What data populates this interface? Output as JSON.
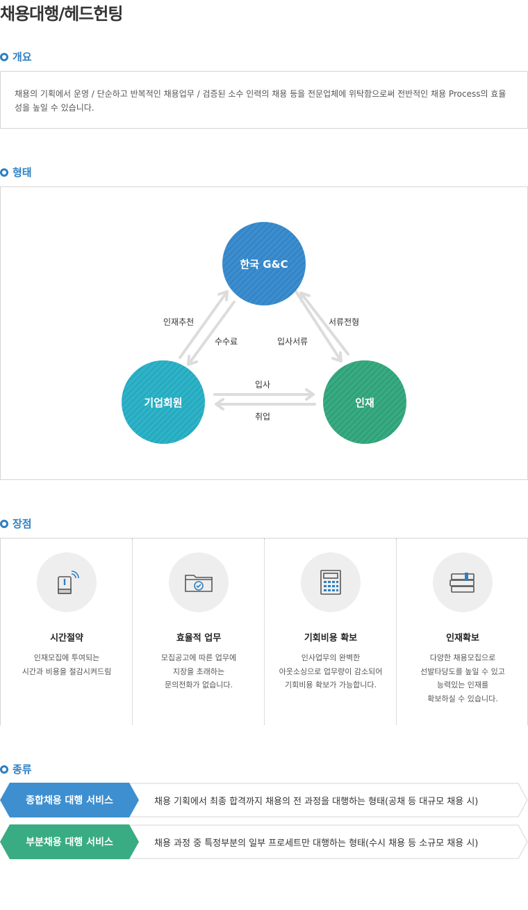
{
  "page": {
    "title": "채용대행/헤드헌팅"
  },
  "overview": {
    "title": "개요",
    "text": "채용의 기획에서 운영 / 단순하고 반복적인 채용업무 / 검증된 소수 인력의 채용 등을 전문업체에 위탁함으로써 전반적인 채용 Process의 효율성을 높일 수 있습니다."
  },
  "form": {
    "title": "형태",
    "nodes": {
      "top": "한국 G&C",
      "left": "기업회원",
      "right": "인재"
    },
    "labels": {
      "recommend": "인재추천",
      "fee": "수수료",
      "docs_submit": "입사서류",
      "screening": "서류전형",
      "join": "입사",
      "employ": "취업"
    }
  },
  "advantages": {
    "title": "장점",
    "items": [
      {
        "icon": "phone-signal-icon",
        "title": "시간절약",
        "desc": "인재모집에 투여되는\n시간과 비용을 절감시켜드림"
      },
      {
        "icon": "folder-check-icon",
        "title": "효율적 업무",
        "desc": "모집공고에 따른 업무에\n지장을 초래하는\n문의전화가 없습니다."
      },
      {
        "icon": "calculator-icon",
        "title": "기회비용 확보",
        "desc": "인사업무의 완벽한\n아웃소싱으로 업무량이 감소되어\n기회비용 확보가 가능합니다."
      },
      {
        "icon": "books-icon",
        "title": "인재확보",
        "desc": "다양한 채용모집으로\n선발타당도를 높일 수 있고\n능력있는 인재를\n확보하실 수 있습니다."
      }
    ]
  },
  "types": {
    "title": "종류",
    "items": [
      {
        "label": "종합채용 대행 서비스",
        "desc": "채용 기획에서 최종 합격까지 채용의 전 과정을 대행하는 형태(공채 등 대규모 채용 시)",
        "color": "#3d8fd0"
      },
      {
        "label": "부분채용 대행 서비스",
        "desc": "채용 과정 중 특정부분의 일부 프로세트만 대행하는 형태(수시 채용 등 소규모 채용 시)",
        "color": "#3aac83"
      }
    ]
  }
}
